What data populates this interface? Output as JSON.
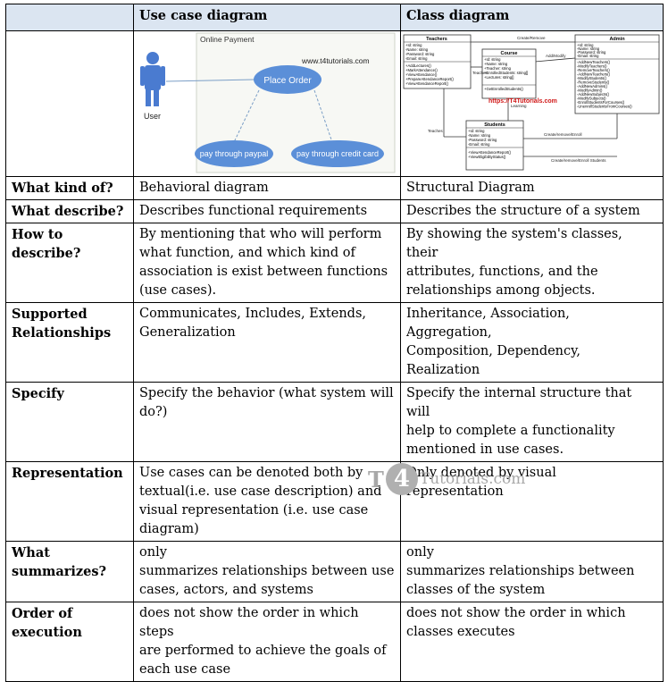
{
  "header": {
    "col1": "Use case diagram",
    "col2": "Class diagram"
  },
  "usecase_fig": {
    "frame_title": "Online Payment",
    "site": "www.t4tutorials.com",
    "actor": "User",
    "main_case": "Place Order",
    "case_a": "pay through paypal",
    "case_b": "pay through credit card"
  },
  "class_fig": {
    "teachers": {
      "name": "Teachers",
      "attrs": [
        "+Id: string",
        "-Name: string",
        "-Password: string",
        "-Email: string"
      ],
      "ops": [
        "+AddLectures()",
        "+MarkAttendance()",
        "+ViewAttendance()",
        "+PrepareAttendanceReport()",
        "+ViewAttendanceReport()"
      ]
    },
    "course": {
      "name": "Course",
      "attrs": [
        "+Id: string",
        "+Name: string",
        "+Teacher: string",
        "+EnrolledStudents: string[]",
        "+Lectures: string[]"
      ],
      "ops": [
        "+GetEnrolledStudents()"
      ]
    },
    "admin": {
      "name": "Admin",
      "attrs": [
        "+Id: string",
        "-Name: string",
        "-Password: string",
        "-Email: string"
      ],
      "ops": [
        "-AddNewTeachers()",
        "-ModifyTeachers()",
        "-RemoveTeachers()",
        "-AddNewTeachers()",
        "-ModifyStudents()",
        "-RemoveStudents()",
        "-AddNewAdmins()",
        "-ModifyAdmin()",
        "-AddNewSubjects()",
        "-ModifySubjects()",
        "-EnrollStudentsForCourses()",
        "-UnenrollStudentsFromCourses()"
      ]
    },
    "students": {
      "name": "Students",
      "attrs": [
        "+Id: string",
        "-Name: string",
        "-Password: string",
        "-Email: string"
      ],
      "ops": [
        "+ViewAttendanceReport()",
        "+ViewEligibilityStatus()"
      ]
    },
    "rel": {
      "create_remove": "Create/Remove",
      "teaches": "Teaches",
      "add_modify": "Add/Modify",
      "learning": "Learning",
      "teaches2": "Teaches",
      "create_remove_enroll": "Create/remove/Enroll",
      "create_remove_enroll_students": "Create/remove/Enroll Students"
    },
    "site": "https://T4Tutorials.com"
  },
  "rows": [
    {
      "label": "What kind of?",
      "a": [
        "Behavioral diagram"
      ],
      "b": [
        "Structural Diagram"
      ]
    },
    {
      "label": "What describe?",
      "a": [
        "Describes functional requirements"
      ],
      "b": [
        "Describes the structure of a system"
      ]
    },
    {
      "label": "How to describe?",
      "a": [
        "By mentioning that who will perform",
        "what function, and which kind of",
        "association is exist between functions",
        "(use cases)."
      ],
      "b": [
        "By showing the system's classes, their",
        "attributes, functions, and the",
        "relationships among objects."
      ]
    },
    {
      "label": "Supported Relationships",
      "a": [
        "Communicates, Includes, Extends,",
        "Generalization"
      ],
      "b": [
        "Inheritance, Association, Aggregation,",
        "Composition, Dependency,",
        "Realization"
      ]
    },
    {
      "label": "Specify",
      "a": [
        "Specify the behavior (what system will",
        "do?)"
      ],
      "b": [
        "Specify the internal structure that will",
        "help to complete a functionality",
        "mentioned in  use cases."
      ]
    },
    {
      "label": "Representation",
      "a": [
        "Use cases can be denoted both by",
        "textual(i.e. use case description) and",
        "visual representation (i.e. use case",
        "diagram)"
      ],
      "b": [
        "Only denoted by visual",
        "representation"
      ]
    },
    {
      "label": "What summarizes?",
      "a": [
        "only",
        "summarizes  relationships between use",
        "cases, actors, and systems"
      ],
      "b": [
        "only",
        "summarizes  relationships between",
        "classes of the system"
      ]
    },
    {
      "label": "Order of execution",
      "a": [
        "does not show the order in which steps",
        "are performed to achieve the goals of",
        "each use case"
      ],
      "b": [
        "does not show the order in which",
        "classes executes"
      ]
    }
  ],
  "watermark": {
    "t": "T",
    "four": "4",
    "rest": "Tutorials.com"
  }
}
